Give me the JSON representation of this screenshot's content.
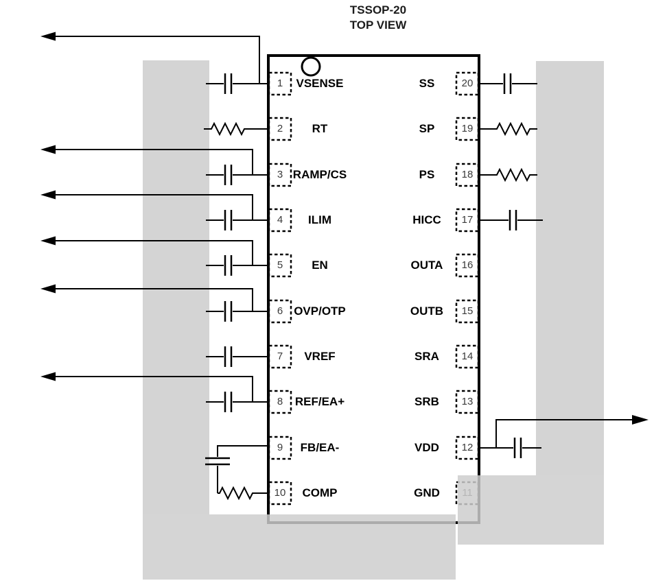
{
  "title": {
    "line1": "TSSOP-20",
    "line2": "TOP VIEW"
  },
  "package": {
    "type": "TSSOP-20",
    "view": "TOP VIEW",
    "pin_count": 20
  },
  "pins": {
    "left": [
      {
        "number": "1",
        "label": "VSENSE",
        "external": "bypass-capacitor-to-ground, signal-arrow-out-left"
      },
      {
        "number": "2",
        "label": "RT",
        "external": "resistor-to-ground"
      },
      {
        "number": "3",
        "label": "RAMP/CS",
        "external": "bypass-capacitor-to-ground, signal-arrow-out-left"
      },
      {
        "number": "4",
        "label": "ILIM",
        "external": "bypass-capacitor-to-ground, signal-arrow-out-left"
      },
      {
        "number": "5",
        "label": "EN",
        "external": "bypass-capacitor-to-ground, signal-arrow-out-left"
      },
      {
        "number": "6",
        "label": "OVP/OTP",
        "external": "bypass-capacitor-to-ground, signal-arrow-out-left"
      },
      {
        "number": "7",
        "label": "VREF",
        "external": "bypass-capacitor-to-ground"
      },
      {
        "number": "8",
        "label": "REF/EA+",
        "external": "bypass-capacitor-to-ground, signal-arrow-out-left"
      },
      {
        "number": "9",
        "label": "FB/EA-",
        "external": "series-RC-compensation-network-to-COMP"
      },
      {
        "number": "10",
        "label": "COMP",
        "external": "series-RC-compensation-network-to-FB/EA-"
      }
    ],
    "right": [
      {
        "number": "20",
        "label": "SS",
        "external": "capacitor-to-ground"
      },
      {
        "number": "19",
        "label": "SP",
        "external": "resistor-to-ground"
      },
      {
        "number": "18",
        "label": "PS",
        "external": "resistor-to-ground"
      },
      {
        "number": "17",
        "label": "HICC",
        "external": "capacitor-to-ground"
      },
      {
        "number": "16",
        "label": "OUTA",
        "external": "none"
      },
      {
        "number": "15",
        "label": "OUTB",
        "external": "none"
      },
      {
        "number": "14",
        "label": "SRA",
        "external": "none"
      },
      {
        "number": "13",
        "label": "SRB",
        "external": "none"
      },
      {
        "number": "12",
        "label": "VDD",
        "external": "bypass-capacitor-to-ground, signal-arrow-out-right"
      },
      {
        "number": "11",
        "label": "GND",
        "external": "tied-to-ground-plane"
      }
    ]
  },
  "colors": {
    "ground_plane_gray": "#d4d4d4",
    "line_black": "#000000",
    "grayed_pin11": "#adadad",
    "background": "#ffffff"
  }
}
